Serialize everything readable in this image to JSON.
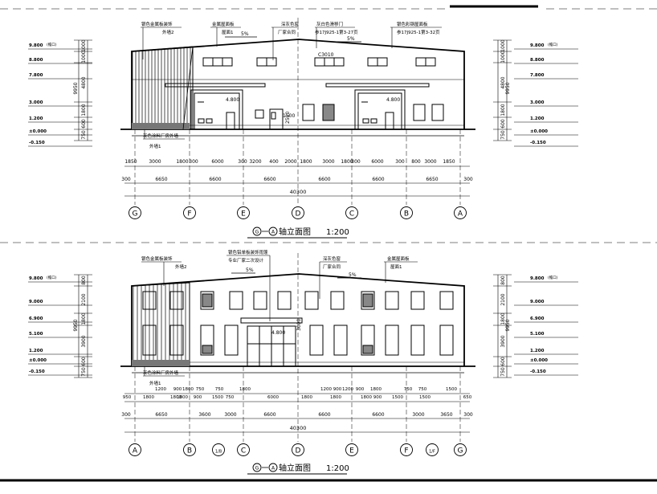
{
  "elevations": [
    {
      "caption": {
        "axis_from": "G",
        "axis_to": "A",
        "suffix": "轴立面图",
        "scale": "1:200"
      },
      "callouts": [
        {
          "text": "银色金属板装饰"
        },
        {
          "text": "外墙2"
        },
        {
          "text": "金属屋面板"
        },
        {
          "text": "屋面1"
        },
        {
          "text": "深灰色窗"
        },
        {
          "text": "厂家合同"
        },
        {
          "text": "灰白色滑移门"
        },
        {
          "text": "参17J925-1第3-27页"
        },
        {
          "text": "银色彩钢屋面板"
        },
        {
          "text": "参17J925-1第3-32页"
        },
        {
          "text": "灰色涂料厂房外墙"
        },
        {
          "text": "外墙1"
        }
      ],
      "labels": [
        "C3010",
        "4.800",
        "4.800",
        "2500",
        "1500",
        "5%",
        "5%"
      ],
      "left_levels": [
        "9.800",
        "8.800",
        "7.800",
        "3.000",
        "1.200",
        "±0.000",
        "-0.150"
      ],
      "right_levels": [
        "9.800",
        "8.800",
        "7.800",
        "3.000",
        "1.200",
        "±0.000",
        "-0.150"
      ],
      "level_note": "(檐口)",
      "side_dims": [
        "1000",
        "1000",
        "4800",
        "1800",
        "600",
        "750"
      ],
      "total_height": "9950",
      "dim_row1": [
        "1850",
        "3000",
        "1800",
        "300",
        "6000",
        "300",
        "3200",
        "400",
        "2000",
        "1800",
        "3000",
        "1800",
        "300",
        "6000",
        "300",
        "800",
        "3000",
        "1850"
      ],
      "dim_row2": [
        "300",
        "6650",
        "6600",
        "6600",
        "6600",
        "6600",
        "6650",
        "300"
      ],
      "dim_total": "40300",
      "axes": [
        "G",
        "F",
        "E",
        "D",
        "C",
        "B",
        "A"
      ]
    },
    {
      "caption": {
        "axis_from": "G",
        "axis_to": "A",
        "suffix": "轴立面图",
        "scale": "1:200"
      },
      "callouts": [
        {
          "text": "银色金属板装饰"
        },
        {
          "text": "外墙2"
        },
        {
          "text": "银色铝单板装饰雨篷"
        },
        {
          "text": "专业厂家二次设计"
        },
        {
          "text": "深灰色窗"
        },
        {
          "text": "厂家合同"
        },
        {
          "text": "金属屋面板"
        },
        {
          "text": "屋面1"
        },
        {
          "text": "灰色涂料厂房外墙"
        },
        {
          "text": "外墙1"
        }
      ],
      "labels": [
        "4.800",
        "3000",
        "5%",
        "5%"
      ],
      "left_levels": [
        "9.800",
        "9.000",
        "6.900",
        "5.100",
        "1.200",
        "±0.000",
        "-0.150"
      ],
      "right_levels": [
        "9.800",
        "9.000",
        "6.900",
        "5.100",
        "1.200",
        "±0.000",
        "-0.150"
      ],
      "level_note": "(檐口)",
      "side_dims": [
        "800",
        "2100",
        "1800",
        "3900",
        "600",
        "750"
      ],
      "total_height": "9950",
      "dim_row1a": [
        "1200",
        "900",
        "1800",
        "750",
        "750",
        "1800",
        "1200",
        "900",
        "1200",
        "900",
        "1800",
        "750",
        "750",
        "1500"
      ],
      "dim_row1b": [
        "950",
        "1800",
        "1800",
        "1800",
        "900",
        "1500",
        "750",
        "6000",
        "1800",
        "1800",
        "1800",
        "900",
        "1500",
        "1500",
        "650"
      ],
      "dim_row2": [
        "300",
        "6650",
        "3600",
        "3000",
        "6600",
        "6600",
        "6600",
        "3000",
        "3650",
        "300"
      ],
      "dim_total": "40300",
      "axes": [
        "A",
        "B",
        "1/B",
        "C",
        "D",
        "E",
        "F",
        "1/F",
        "G"
      ]
    }
  ]
}
